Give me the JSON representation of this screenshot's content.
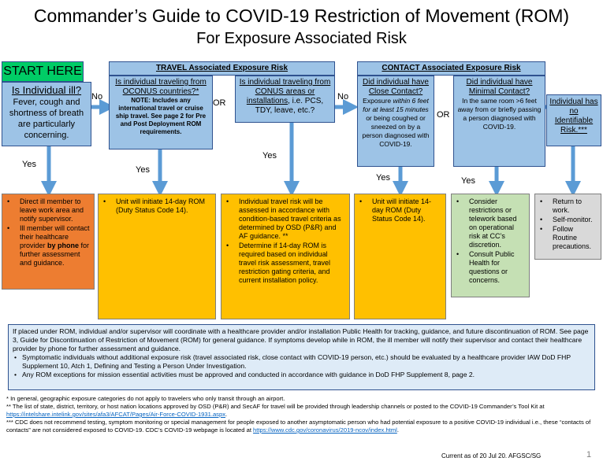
{
  "title": "Commander’s Guide to COVID-19 Restriction of Movement (ROM)",
  "subtitle": "For Exposure Associated Risk",
  "start": {
    "label": "START HERE",
    "question": "Is Individual ill?",
    "body": "Fever, cough and shortness of breath are particularly concerning."
  },
  "travel": {
    "header": "TRAVEL Associated Exposure Risk",
    "q1_title": "Is individual traveling from OCONUS countries?*",
    "q1_note": "NOTE:  Includes any international travel or cruise ship travel.  See page 2 for Pre and Post Deployment ROM requirements.",
    "q2_title": "Is individual traveling from CONUS areas or installations",
    "q2_body": ", i.e. PCS, TDY, leave, etc.?"
  },
  "contact": {
    "header": "CONTACT Associated Exposure Risk",
    "q1_title": "Did individual have Close Contact?",
    "q1_body_a": "Exposure ",
    "q1_body_b": "within 6 feet for at least 15 minutes",
    "q1_body_c": " or being coughed or sneezed on by a person diagnosed with COVID-19.",
    "q2_title": "Did individual have Minimal Contact?",
    "q2_body": "In the same room >6 feet away from or briefly passing a person diagnosed with COVID-19."
  },
  "no_risk": "Individual has no Identifiable Risk.***",
  "words": {
    "no": "No",
    "yes": "Yes",
    "or": "OR"
  },
  "actions": {
    "ill": [
      "Direct ill member to leave work area and notify supervisor.",
      "Ill member will contact their healthcare provider ",
      "by phone",
      " for further assessment and guidance."
    ],
    "oconus": [
      "Unit will initiate 14-day ROM (Duty Status Code 14)."
    ],
    "conus": [
      "Individual travel risk will be assessed in accordance with condition-based travel criteria as determined by OSD (P&R) and AF guidance. **",
      "Determine if 14-day ROM is required based on individual travel risk assessment, travel restriction gating criteria, and current installation policy."
    ],
    "close": [
      "Unit will initiate 14-day ROM (Duty Status Code 14)."
    ],
    "minimal": [
      "Consider restrictions or telework based on operational risk at CC’s discretion.",
      "Consult Public Health for questions or concerns."
    ],
    "none": [
      "Return to work.",
      "Self-monitor.",
      "Follow Routine precautions."
    ]
  },
  "note_box": {
    "intro": "If placed under ROM, individual and/or supervisor  will coordinate with a healthcare provider and/or installation Public Health for tracking, guidance, and future discontinuation of ROM.  See page 3, Guide for Discontinuation of Restriction of Movement (ROM) for general guidance.  If symptoms develop while in ROM, the ill member will notify their supervisor and contact their healthcare provider by phone for further assessment and guidance.",
    "bullets": [
      "Symptomatic individuals  without additional exposure risk (travel associated risk, close contact with COVID-19 person, etc.) should be evaluated by a healthcare provider IAW DoD FHP Supplement 10, Atch 1, Defining and Testing a Person Under Investigation.",
      "Any ROM exceptions for mission  essential activities must be approved and conducted  in accordance with guidance in DoD FHP Supplement  8, page 2."
    ]
  },
  "footnotes": {
    "f1": "* In general, geographic exposure categories do not apply to travelers who only transit through an airport.",
    "f2": "** The list of state, district, territory, or host nation locations approved by OSD (P&R) and SecAF for travel will be provided through  leadership channels or posted to the COVID-19 Commander’s Tool Kit at ",
    "f2_link": "https://intelshare.intelink.gov/sites/afa3/AFCAT/Pages/Air-Force-COVID-1931.aspx",
    "f2_end": ".",
    "f3": "*** CDC does not recommend testing, symptom monitoring or special management for people exposed to another asymptomatic person who had potential exposure to a positive COVID-19 individual i.e., these “contacts of contacts” are not considered exposed to COVID-19.  CDC’s COVID-19 webpage  is located at ",
    "f3_link": "https://www.cdc.gov/coronavirus/2019-ncov/index.html",
    "f3_end": "."
  },
  "current": "Current as of 20 Jul 20.  AFGSC/SG",
  "page_number": "1",
  "colors": {
    "arrow": "#5b9bd5",
    "header": "#9dc3e6",
    "start": "#00cc66",
    "orange": "#ed7d31",
    "gold": "#ffc000",
    "green": "#c5e0b4",
    "gray": "#d9d9d9"
  }
}
